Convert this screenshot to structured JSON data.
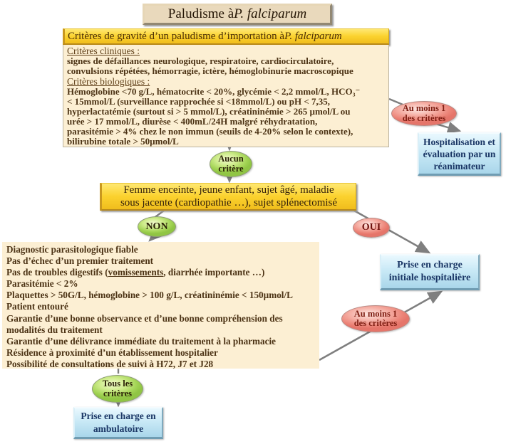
{
  "title": {
    "prefix": "Paludisme à ",
    "species": "P. falciparum"
  },
  "severity": {
    "header": {
      "prefix": "Critères de gravité d’un paludisme d’importation à ",
      "species": "P. falciparum"
    },
    "clinical_label": "Critères cliniques :",
    "clinical_lines": [
      "signes de défaillances neurologique, respiratoire, cardiocirculatoire,",
      "convulsions répétées, hémorragie, ictère, hémoglobinurie macroscopique"
    ],
    "biological_label": "Critères biologiques :",
    "biological_lines": [
      "Hémoglobine <70 g/L, hématocrite < 20%, glycémie < 2,2 mmol/L, HCO₃⁻",
      "< 15mmol/L (surveillance rapprochée si <18mmol/L) ou pH < 7,35,",
      "hyperlactatémie (surtout si > 5 mmol/L), créatininémie > 265 µmol/L ou",
      "urée > 17 mmol/L, diurèse < 400mL/24H malgré réhydratation,",
      "parasitémie > 4% chez le non immun (seuils de 4-20% selon le contexte),",
      "bilirubine totale > 50µmol/L"
    ]
  },
  "risk_box": {
    "line1": "Femme enceinte, jeune enfant, sujet âgé, maladie",
    "line2": "sous jacente (cardiopathie …), sujet splénectomisé"
  },
  "ambulatory_criteria": {
    "lines_before": [
      "Diagnostic parasitologique fiable",
      "Pas d’échec d’un premier traitement"
    ],
    "digestive": {
      "pre": "Pas de troubles digestifs (",
      "underlined": "vomissements",
      "post": ", diarrhée importante …)"
    },
    "lines_after": [
      "Parasitémie < 2%",
      "Plaquettes > 50G/L, hémoglobine > 100 g/L, créatininémie < 150µmol/L",
      "Patient entouré",
      "Garantie d’une bonne observance et d’une bonne compréhension des",
      "modalités du traitement",
      "Garantie d’une délivrance immédiate du traitement à la pharmacie",
      "Résidence à proximité d’un établissement hospitalier",
      "Possibilité de consultations de suivi à H72, J7 et J28"
    ]
  },
  "decisions": {
    "aucun_critere": {
      "line1": "Aucun",
      "line2": "critère"
    },
    "au_moins_1_top": {
      "line1": "Au moins 1",
      "line2": "des critères"
    },
    "non": "NON",
    "oui": "OUI",
    "au_moins_1_bottom": {
      "line1": "Au moins 1",
      "line2": "des critères"
    },
    "tous_criteres": {
      "line1": "Tous les",
      "line2": "critères"
    }
  },
  "outcomes": {
    "hospitalisation": "Hospitalisation et évaluation par un réanimateur",
    "initial_hospital": "Prise en charge initiale hospitalière",
    "ambulatory": "Prise en charge en ambulatoire"
  },
  "colors": {
    "gold": "#fbd22e",
    "cream": "#fcefd3",
    "blue_box": "#c9e9f6",
    "green_ellipse": "#a3d455",
    "pink_ellipse": "#ec8377",
    "connector_gray": "#7f7f7f",
    "brown_text": "#4c3315",
    "navy_text": "#1b3766"
  }
}
